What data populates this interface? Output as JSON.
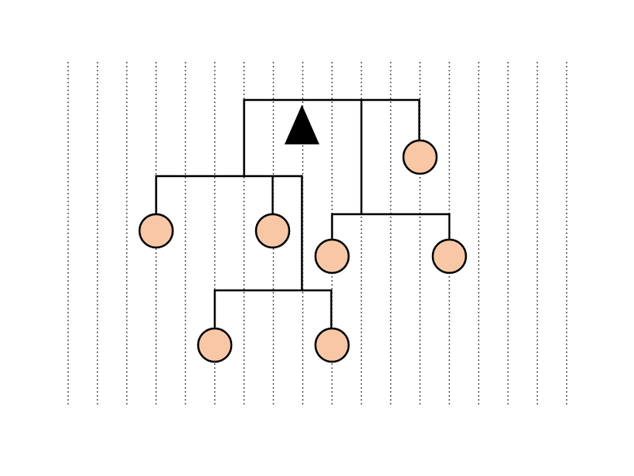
{
  "diagram": {
    "type": "tree",
    "colors": {
      "leaf_fill": "#f8c8a6",
      "stroke": "#000000",
      "root_marker": "#000000",
      "background": "#ffffff"
    },
    "root_marker_icon": "triangle-icon",
    "leaf_icon": "circle-icon",
    "dashed_guides": 18,
    "nodes": [
      {
        "id": "root",
        "kind": "root"
      },
      {
        "id": "left-group",
        "kind": "junction",
        "parent": "root"
      },
      {
        "id": "right-group",
        "kind": "junction",
        "parent": "root"
      },
      {
        "id": "leaf-top-right",
        "kind": "leaf",
        "parent": "root"
      },
      {
        "id": "leaf-left-1",
        "kind": "leaf",
        "parent": "left-group"
      },
      {
        "id": "leaf-left-2",
        "kind": "leaf",
        "parent": "left-group"
      },
      {
        "id": "lower-group",
        "kind": "junction",
        "parent": "left-group"
      },
      {
        "id": "leaf-lower-1",
        "kind": "leaf",
        "parent": "lower-group"
      },
      {
        "id": "leaf-lower-2",
        "kind": "leaf",
        "parent": "lower-group"
      },
      {
        "id": "leaf-right-1",
        "kind": "leaf",
        "parent": "right-group"
      },
      {
        "id": "leaf-right-2",
        "kind": "leaf",
        "parent": "right-group"
      }
    ]
  }
}
